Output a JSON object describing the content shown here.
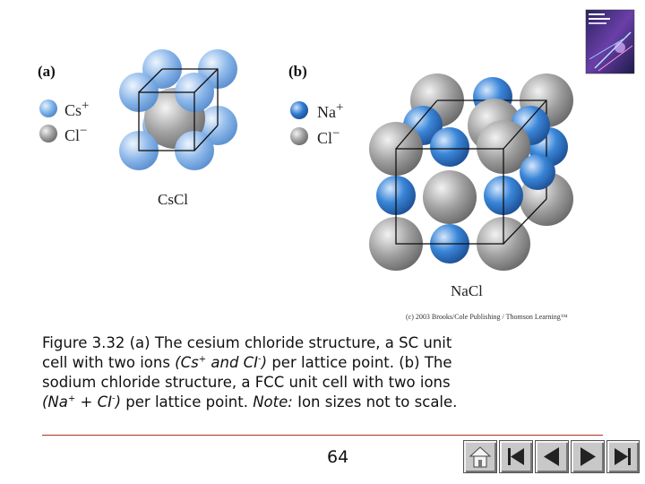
{
  "figure": {
    "part_a_label": "(a)",
    "part_b_label": "(b)",
    "legend_a": [
      {
        "ion": "Cs",
        "charge": "+",
        "color": "#7aaee6"
      },
      {
        "ion": "Cl",
        "charge": "−",
        "color": "#8a8a8a"
      }
    ],
    "legend_b": [
      {
        "ion": "Na",
        "charge": "+",
        "color": "#2f7ad0"
      },
      {
        "ion": "Cl",
        "charge": "−",
        "color": "#8a8a8a"
      }
    ],
    "compound_a": "CsCl",
    "compound_b": "NaCl",
    "credit": "(c) 2003 Brooks/Cole Publishing / Thomson Learning™"
  },
  "caption": {
    "line1": "Figure 3.32  (a)  The cesium chloride structure, a SC unit",
    "line2_pre": "cell with two ions ",
    "line2_italic_a": "(Cs",
    "line2_sup_a": "+",
    "line2_italic_b": " and CI",
    "line2_sup_b": "-",
    "line2_italic_c": ")",
    "line2_post": " per lattice point. (b)  The",
    "line3": "sodium chloride structure, a FCC unit cell with two ions",
    "line4_italic_a": "(Na",
    "line4_sup_a": "+",
    "line4_italic_b": " + CI",
    "line4_sup_b": "-",
    "line4_italic_c": ")",
    "line4_mid": " per lattice point.  ",
    "line4_note": "Note:",
    "line4_post": "  Ion sizes not to scale."
  },
  "footer": {
    "page_number": "64",
    "nav_buttons": [
      "home-icon",
      "first-icon",
      "previous-icon",
      "next-icon",
      "last-icon"
    ]
  },
  "colors": {
    "cs_ion": "#7aaee6",
    "na_ion": "#2f7ad0",
    "cl_ion": "#8a8a8a",
    "rule": "#b0301f"
  }
}
